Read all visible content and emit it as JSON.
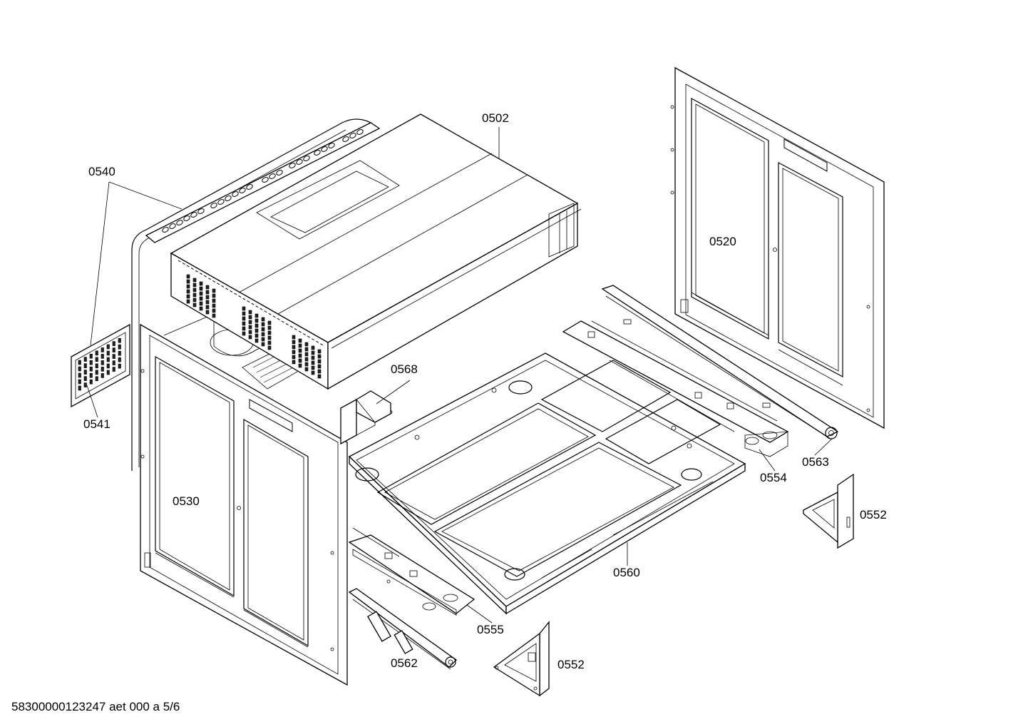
{
  "colors": {
    "background": "#ffffff",
    "line": "#000000"
  },
  "labels": {
    "p0502": "0502",
    "p0540": "0540",
    "p0520": "0520",
    "p0568": "0568",
    "p0541": "0541",
    "p0563": "0563",
    "p0554": "0554",
    "p0552a": "0552",
    "p0530": "0530",
    "p0560": "0560",
    "p0555": "0555",
    "p0562": "0562",
    "p0552b": "0552"
  },
  "footer": {
    "document_id": "58300000123247 aet 000 a 5/6"
  }
}
